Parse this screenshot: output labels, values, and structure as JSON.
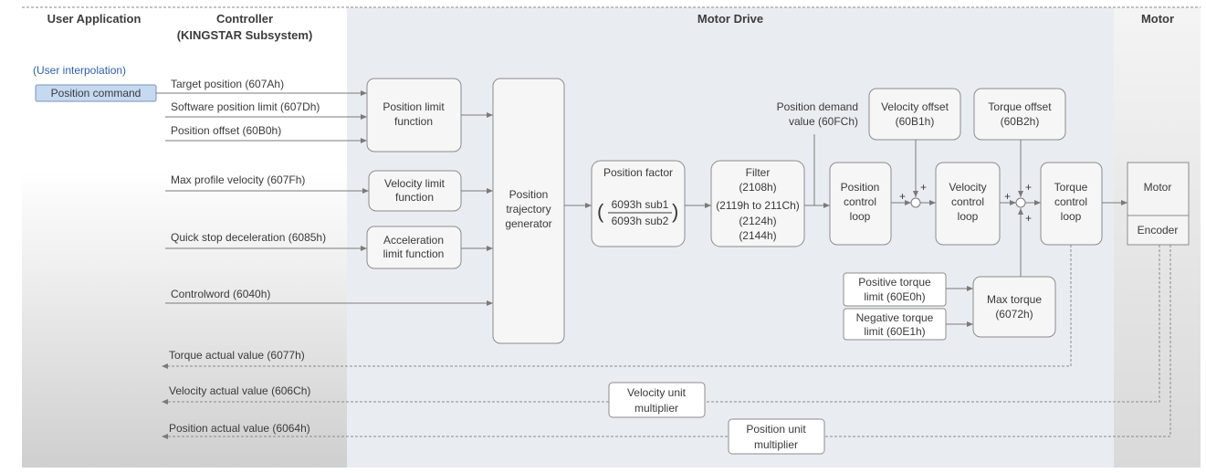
{
  "sections": {
    "user_application": "User Application",
    "controller_line1": "Controller",
    "controller_line2": "(KINGSTAR Subsystem)",
    "motor_drive": "Motor Drive",
    "motor": "Motor"
  },
  "user": {
    "interpolation_note": "(User interpolation)",
    "position_command": "Position command"
  },
  "inputs": {
    "target_position": "Target position (607Ah)",
    "software_position_limit": "Software position limit (607Dh)",
    "position_offset": "Position offset (60B0h)",
    "max_profile_velocity": "Max profile velocity (607Fh)",
    "quick_stop_deceleration": "Quick stop deceleration (6085h)",
    "controlword": "Controlword (6040h)"
  },
  "feedback": {
    "torque_actual": "Torque actual value (6077h)",
    "velocity_actual": "Velocity actual value (606Ch)",
    "position_actual": "Position actual value (6064h)"
  },
  "blocks": {
    "position_limit": [
      "Position limit",
      "function"
    ],
    "velocity_limit": [
      "Velocity limit",
      "function"
    ],
    "acceleration_limit": [
      "Acceleration",
      "limit function"
    ],
    "trajectory": [
      "Position",
      "trajectory",
      "generator"
    ],
    "position_factor": {
      "title": "Position factor",
      "numerator": "6093h sub1",
      "denominator": "6093h sub2",
      "open_paren": "(",
      "close_paren": ")"
    },
    "filter": [
      "Filter",
      "(2108h)",
      "(2119h to 211Ch)",
      "(2124h)",
      "(2144h)"
    ],
    "position_control": [
      "Position",
      "control",
      "loop"
    ],
    "velocity_control": [
      "Velocity",
      "control",
      "loop"
    ],
    "torque_control": [
      "Torque",
      "control",
      "loop"
    ],
    "velocity_offset": [
      "Velocity offset",
      "(60B1h)"
    ],
    "torque_offset": [
      "Torque offset",
      "(60B2h)"
    ],
    "positive_torque_limit": [
      "Positive torque",
      "limit (60E0h)"
    ],
    "negative_torque_limit": [
      "Negative torque",
      "limit (60E1h)"
    ],
    "max_torque": [
      "Max torque",
      "(6072h)"
    ],
    "motor": "Motor",
    "encoder": "Encoder",
    "velocity_unit": [
      "Velocity unit",
      "multiplier"
    ],
    "position_unit": [
      "Position unit",
      "multiplier"
    ]
  },
  "annotations": {
    "position_demand": [
      "Position demand",
      "value (60FCh)"
    ]
  },
  "signs": {
    "plus": "+"
  },
  "colors": {
    "motor_drive_bg": "#e9edf2",
    "command_fill": "#c5d9f1",
    "line": "#7a7a7a"
  }
}
